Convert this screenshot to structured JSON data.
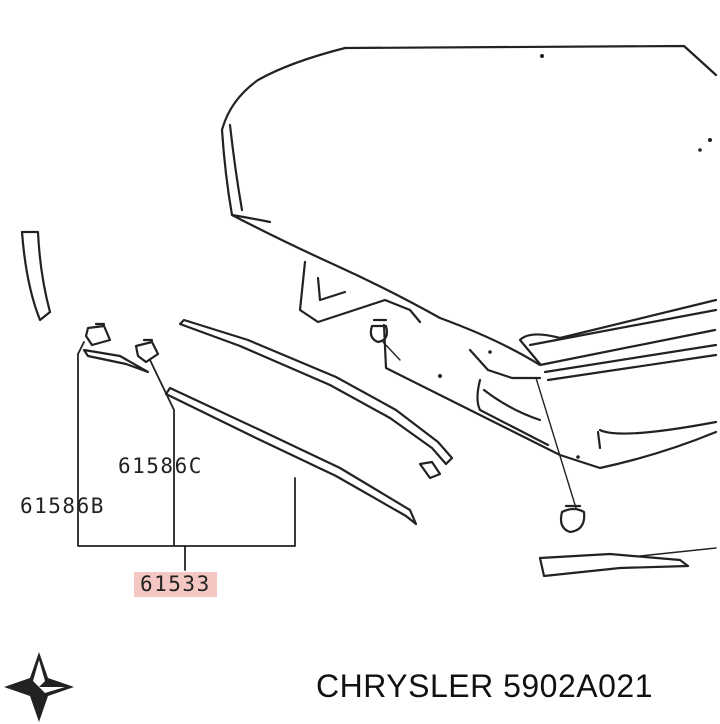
{
  "parts": {
    "p1": "61586C",
    "p2": "61586B",
    "p3": "61533"
  },
  "caption": {
    "brand": "CHRYSLER",
    "part_number": "5902A021",
    "text": "CHRYSLER 5902A021"
  },
  "colors": {
    "highlight": "#f4c7c3",
    "line": "#222222",
    "background": "#ffffff"
  },
  "icons": {
    "logo": "chrysler-pentastar-icon"
  }
}
